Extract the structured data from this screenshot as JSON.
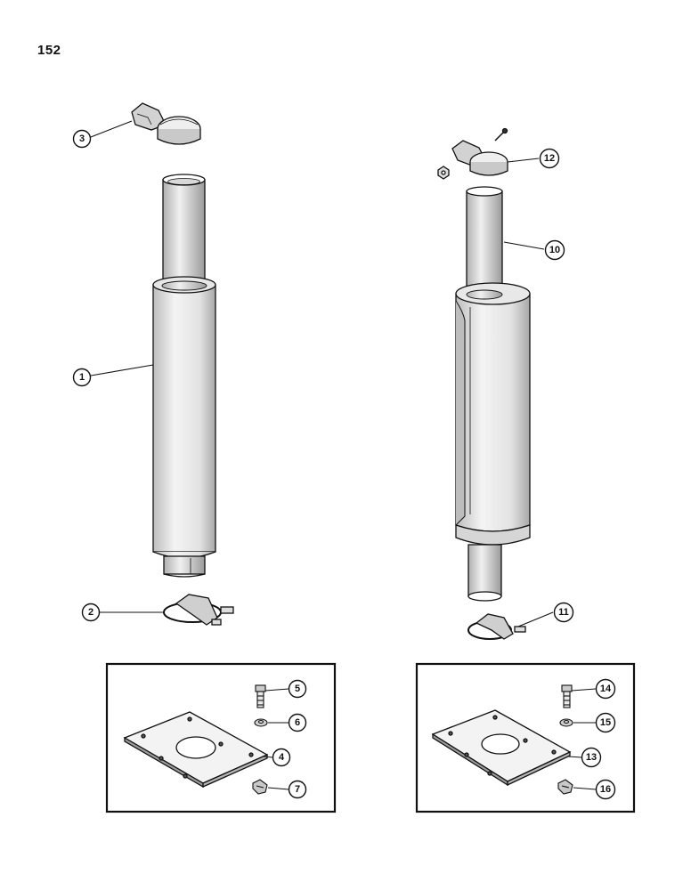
{
  "page": {
    "number": "152"
  },
  "callouts": {
    "c1": "1",
    "c2": "2",
    "c3": "3",
    "c4": "4",
    "c5": "5",
    "c6": "6",
    "c7": "7",
    "c10": "10",
    "c11": "11",
    "c12": "12",
    "c13": "13",
    "c14": "14",
    "c15": "15",
    "c16": "16"
  },
  "colors": {
    "line": "#111111",
    "shade": "#cfcfcf",
    "light": "#eeeeee",
    "paper": "#ffffff"
  }
}
